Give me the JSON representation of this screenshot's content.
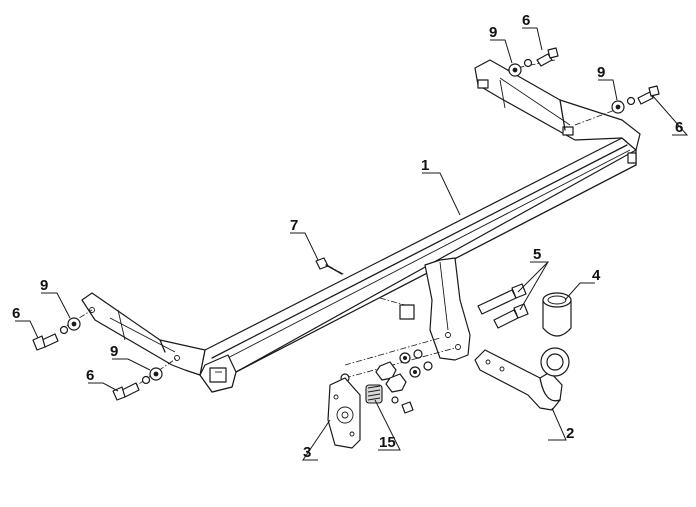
{
  "callouts": [
    {
      "id": "c1",
      "label": "1"
    },
    {
      "id": "c2",
      "label": "2"
    },
    {
      "id": "c3",
      "label": "3"
    },
    {
      "id": "c4",
      "label": "4"
    },
    {
      "id": "c5",
      "label": "5"
    },
    {
      "id": "c6a",
      "label": "6"
    },
    {
      "id": "c6b",
      "label": "6"
    },
    {
      "id": "c6c",
      "label": "6"
    },
    {
      "id": "c6d",
      "label": "6"
    },
    {
      "id": "c7",
      "label": "7"
    },
    {
      "id": "c9a",
      "label": "9"
    },
    {
      "id": "c9b",
      "label": "9"
    },
    {
      "id": "c9c",
      "label": "9"
    },
    {
      "id": "c9d",
      "label": "9"
    },
    {
      "id": "c15",
      "label": "15"
    }
  ]
}
